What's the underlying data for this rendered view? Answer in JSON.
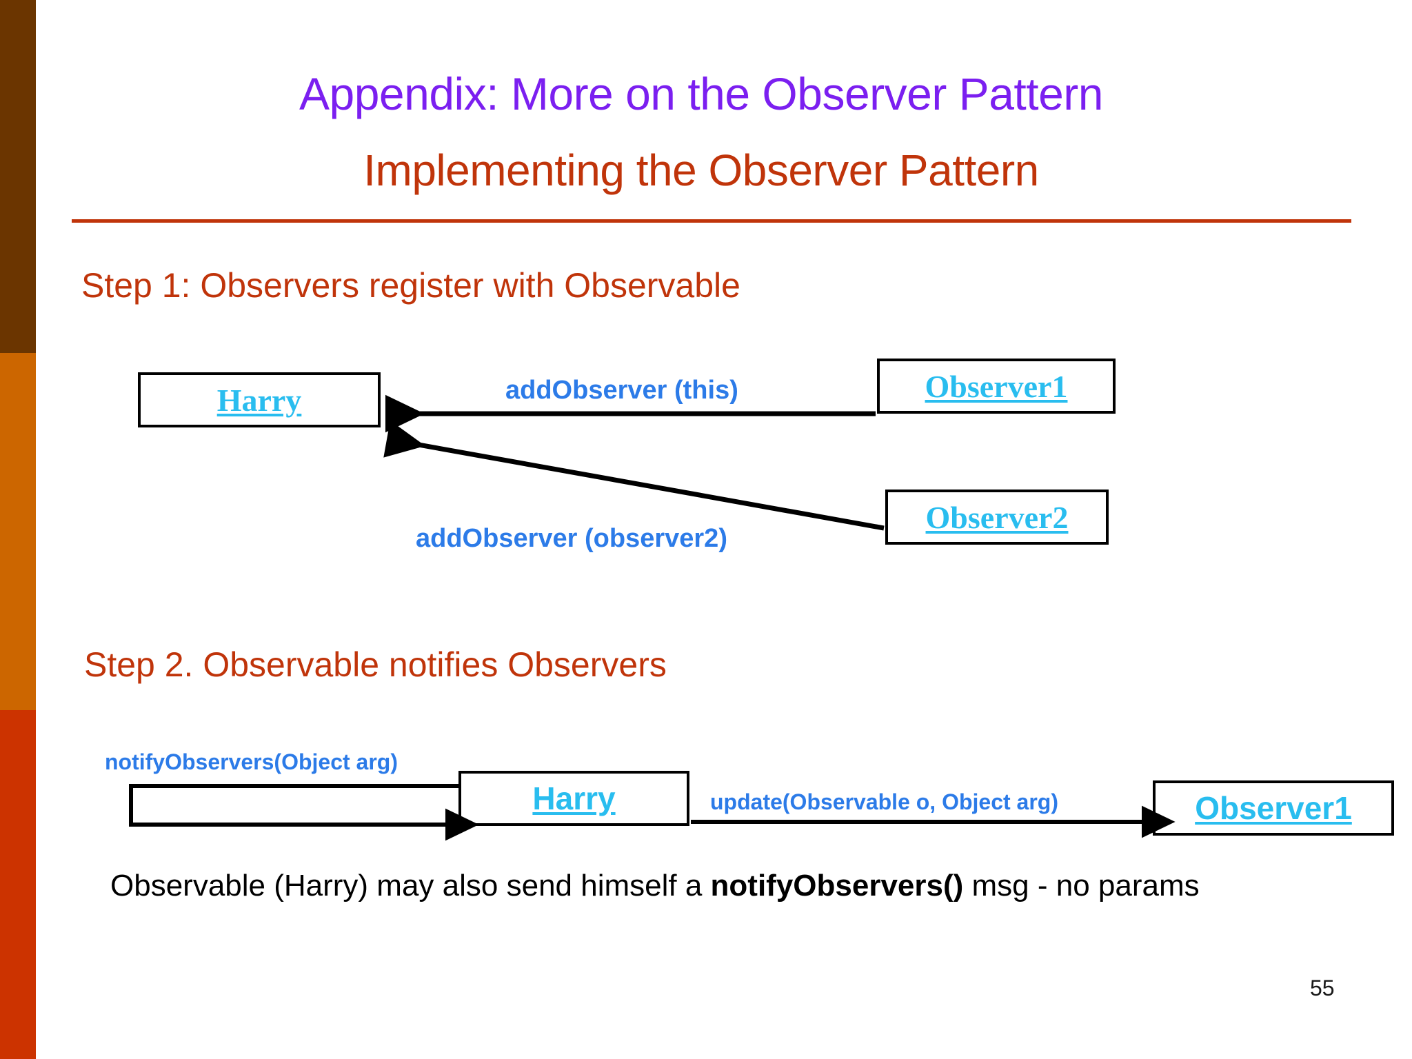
{
  "slide": {
    "page_number": "55",
    "background_color": "#ffffff"
  },
  "sidebar": {
    "bands": [
      {
        "name": "dark-brown",
        "color": "#6B3500"
      },
      {
        "name": "orange",
        "color": "#CC6600"
      },
      {
        "name": "red-orange",
        "color": "#CC3300"
      }
    ]
  },
  "title": {
    "primary": "Appendix: More on the Observer Pattern",
    "primary_color": "#7B1FF0",
    "secondary": "Implementing the Observer Pattern",
    "secondary_color": "#C0340A",
    "rule_color": "#C0340A"
  },
  "steps": [
    {
      "heading": "Step 1: Observers register with Observable",
      "heading_color": "#C0340A",
      "nodes": [
        {
          "name": "harry",
          "label": "Harry"
        },
        {
          "name": "observer1",
          "label": "Observer1"
        },
        {
          "name": "observer2",
          "label": "Observer2"
        }
      ],
      "messages": [
        {
          "name": "add-observer-this",
          "label": "addObserver (this)"
        },
        {
          "name": "add-observer-two",
          "label": "addObserver (observer2)"
        }
      ]
    },
    {
      "heading": "Step 2. Observable notifies Observers",
      "heading_color": "#C0340A",
      "nodes": [
        {
          "name": "harry",
          "label": "Harry"
        },
        {
          "name": "observer1",
          "label": "Observer1"
        }
      ],
      "messages": [
        {
          "name": "notify-observers",
          "label": "notifyObservers(Object arg)"
        },
        {
          "name": "update",
          "label": "update(Observable o, Object arg)"
        }
      ]
    }
  ],
  "caption": {
    "lead": "Observable (Harry) may also send himself a ",
    "emphasis": "notifyObservers()",
    "tail": " msg - no params"
  },
  "colors": {
    "node_label": "#29BDEF",
    "message_label": "#2C7BE8",
    "arrow": "#000000",
    "box_border": "#000000"
  }
}
